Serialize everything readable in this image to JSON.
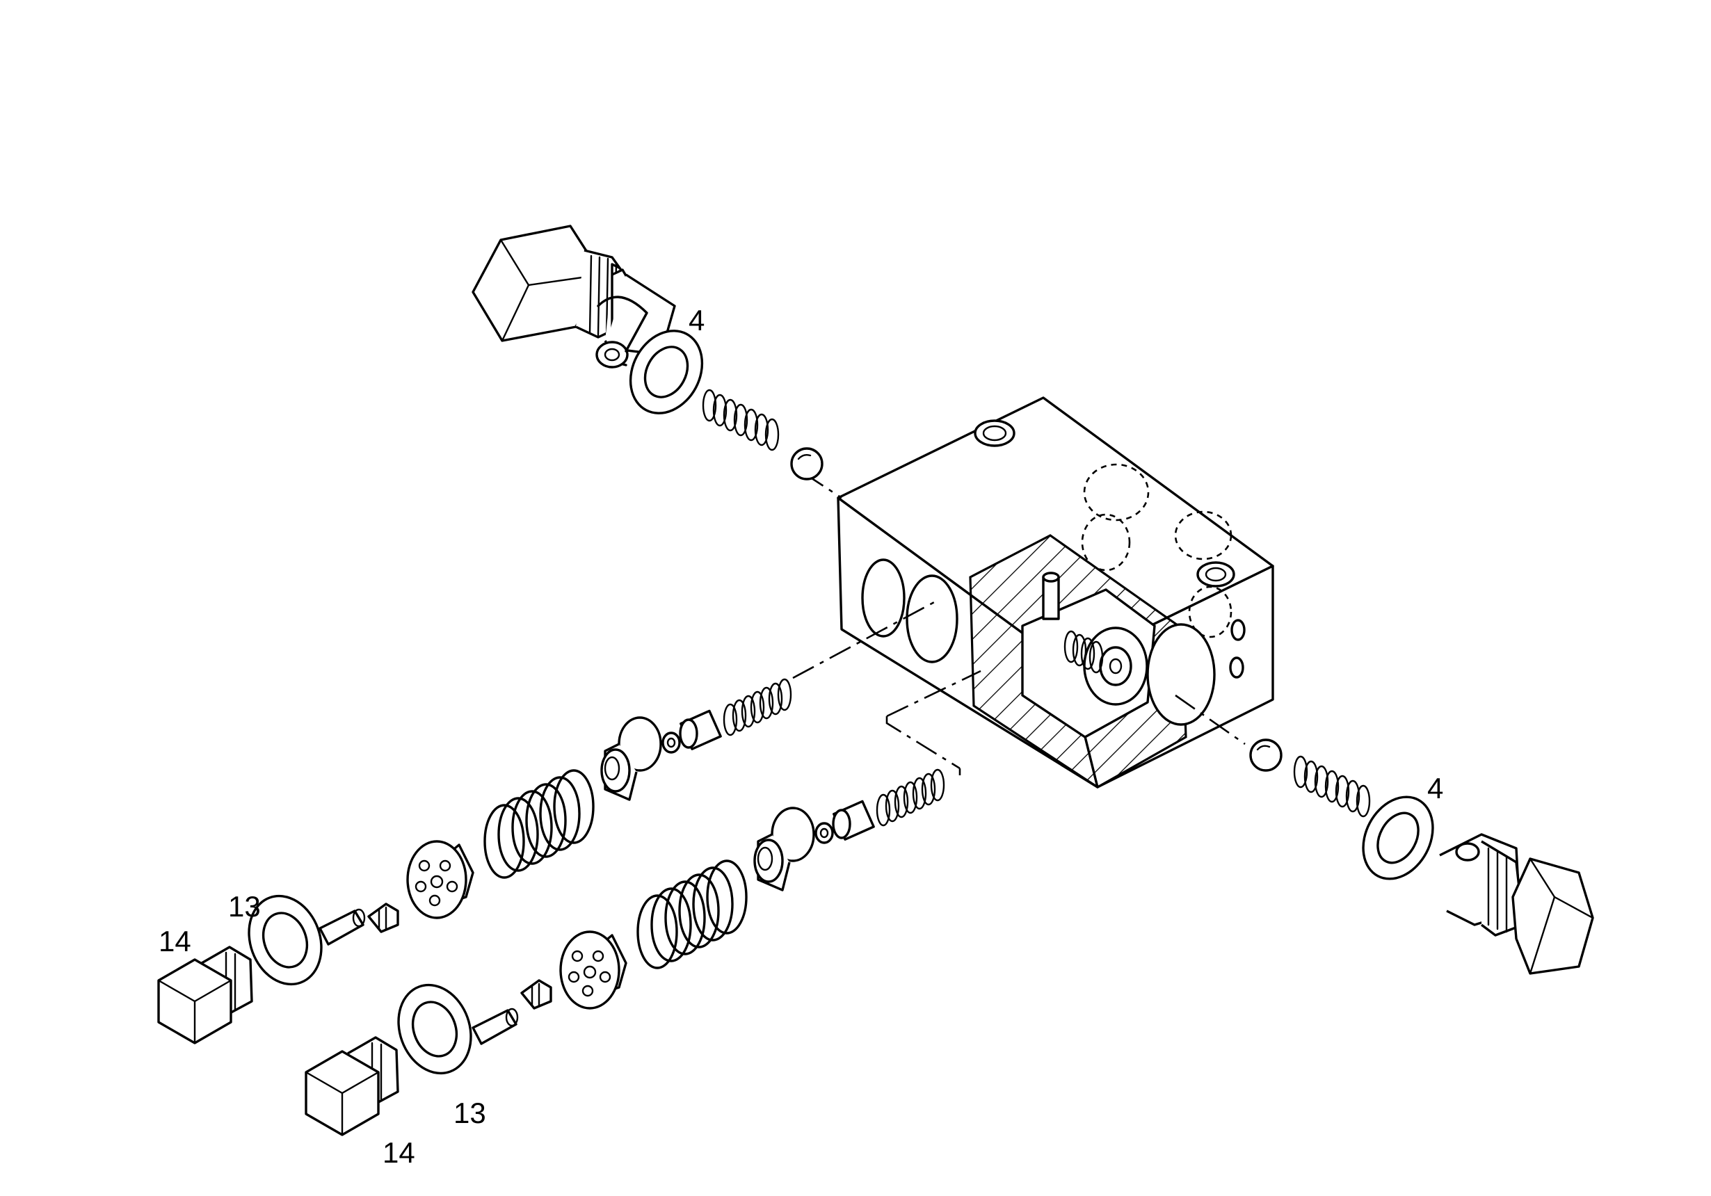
{
  "callouts": {
    "c4_top": "4",
    "c4_right": "4",
    "c13_upper": "13",
    "c14_upper": "14",
    "c13_lower": "13",
    "c14_lower": "14"
  }
}
